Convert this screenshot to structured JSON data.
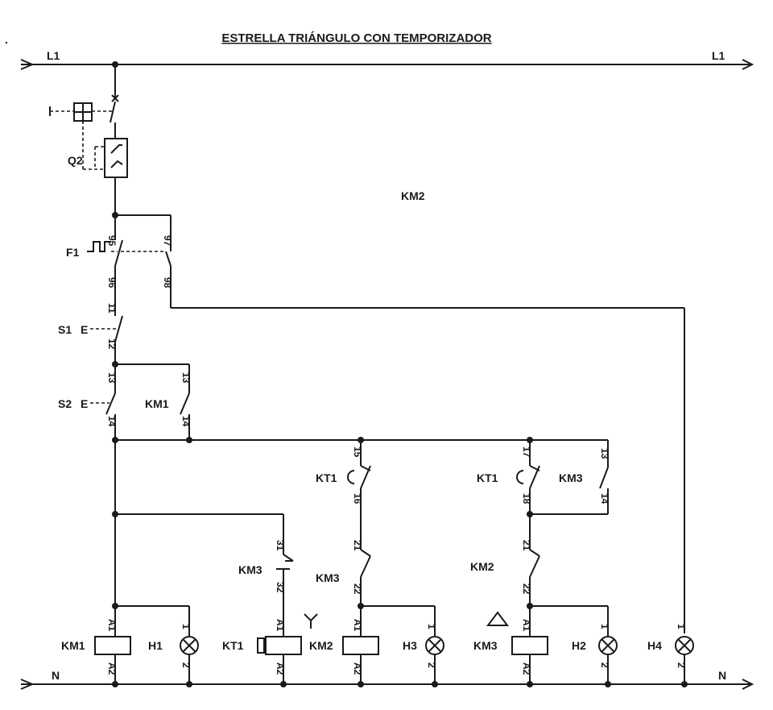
{
  "title": "ESTRELLA TRIÁNGULO CON TEMPORIZADOR",
  "marker": ".",
  "rails": {
    "top_left": "L1",
    "top_right": "L1",
    "bottom_left": "N",
    "bottom_right": "N"
  },
  "labels": {
    "q2": "Q2",
    "f1": "F1",
    "s1": "S1",
    "s2": "S2",
    "km1_aux": "KM1",
    "km2_header": "KM2",
    "kt1_a": "KT1",
    "kt1_b": "KT1",
    "km3_nc": "KM3",
    "km3_no": "KM3",
    "km2_nc": "KM2",
    "km1_coil": "KM1",
    "kt1_coil": "KT1",
    "km2_coil": "KM2",
    "km3_coil": "KM3",
    "h1": "H1",
    "h2": "H2",
    "h3": "H3",
    "h4": "H4",
    "e_s1": "E",
    "e_s2": "E"
  },
  "pins": {
    "f1_95": "95",
    "f1_96": "96",
    "f1_97": "97",
    "f1_98": "98",
    "s1_11": "11",
    "s1_12": "12",
    "s2_13": "13",
    "s2_14": "14",
    "km1_13": "13",
    "km1_14": "14",
    "kt1a_15": "15",
    "kt1a_16": "16",
    "kt1b_17": "17",
    "kt1b_18": "18",
    "km3no_13": "13",
    "km3no_14": "14",
    "km3nc_31": "31",
    "km3nc_32": "32",
    "km3nc2_21": "21",
    "km3nc2_22": "22",
    "km2nc_21": "21",
    "km2nc_22": "22",
    "a1_1": "A1",
    "a2_1": "A2",
    "a1_2": "A1",
    "a2_2": "A2",
    "a1_3": "A1",
    "a2_3": "A2",
    "a1_4": "A1",
    "a2_4": "A2",
    "h1_1": "1",
    "h1_2": "2",
    "h3_1": "1",
    "h3_2": "2",
    "h2_1": "1",
    "h2_2": "2",
    "h4_1": "1",
    "h4_2": "2"
  }
}
